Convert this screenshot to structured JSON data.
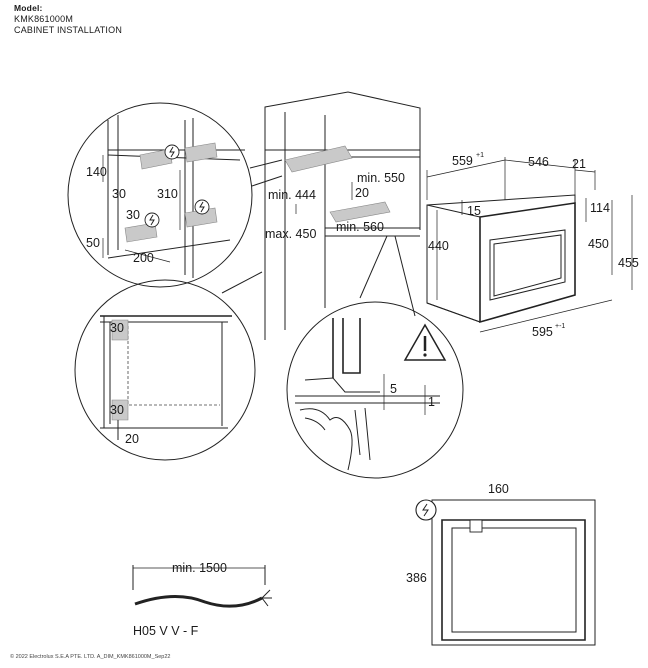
{
  "header": {
    "model_label": "Model:",
    "model_number": "KMK861000M",
    "title": "CABINET INSTALLATION"
  },
  "cabinet_dimensions": {
    "min_444": "min. 444",
    "max_450": "max. 450",
    "min_560": "min. 560",
    "min_550": "min. 550",
    "d20": "20"
  },
  "socket_detail": {
    "d140": "140",
    "d30_top": "30",
    "d310": "310",
    "d30_mid": "30",
    "d50": "50",
    "d200": "200"
  },
  "ventilation_detail": {
    "d30_top": "30",
    "d30_bottom": "30",
    "d20": "20"
  },
  "appliance_dimensions": {
    "d559": "559",
    "d559_sup": "+1",
    "d546": "546",
    "d21": "21",
    "d15": "15",
    "d114": "114",
    "d440": "440",
    "d450": "450",
    "d455": "455",
    "d595": "595",
    "d595_sup": "+-1"
  },
  "gap_detail": {
    "d5": "5",
    "d1": "1"
  },
  "cable": {
    "min_1500": "min. 1500",
    "type": "H05 V V - F"
  },
  "rear_view": {
    "d160": "160",
    "d386": "386"
  },
  "footer": {
    "copyright": "© 2022 Electrolux S.E.A PTE. LTD. A_DIM_KMK861000M_Sep22"
  }
}
